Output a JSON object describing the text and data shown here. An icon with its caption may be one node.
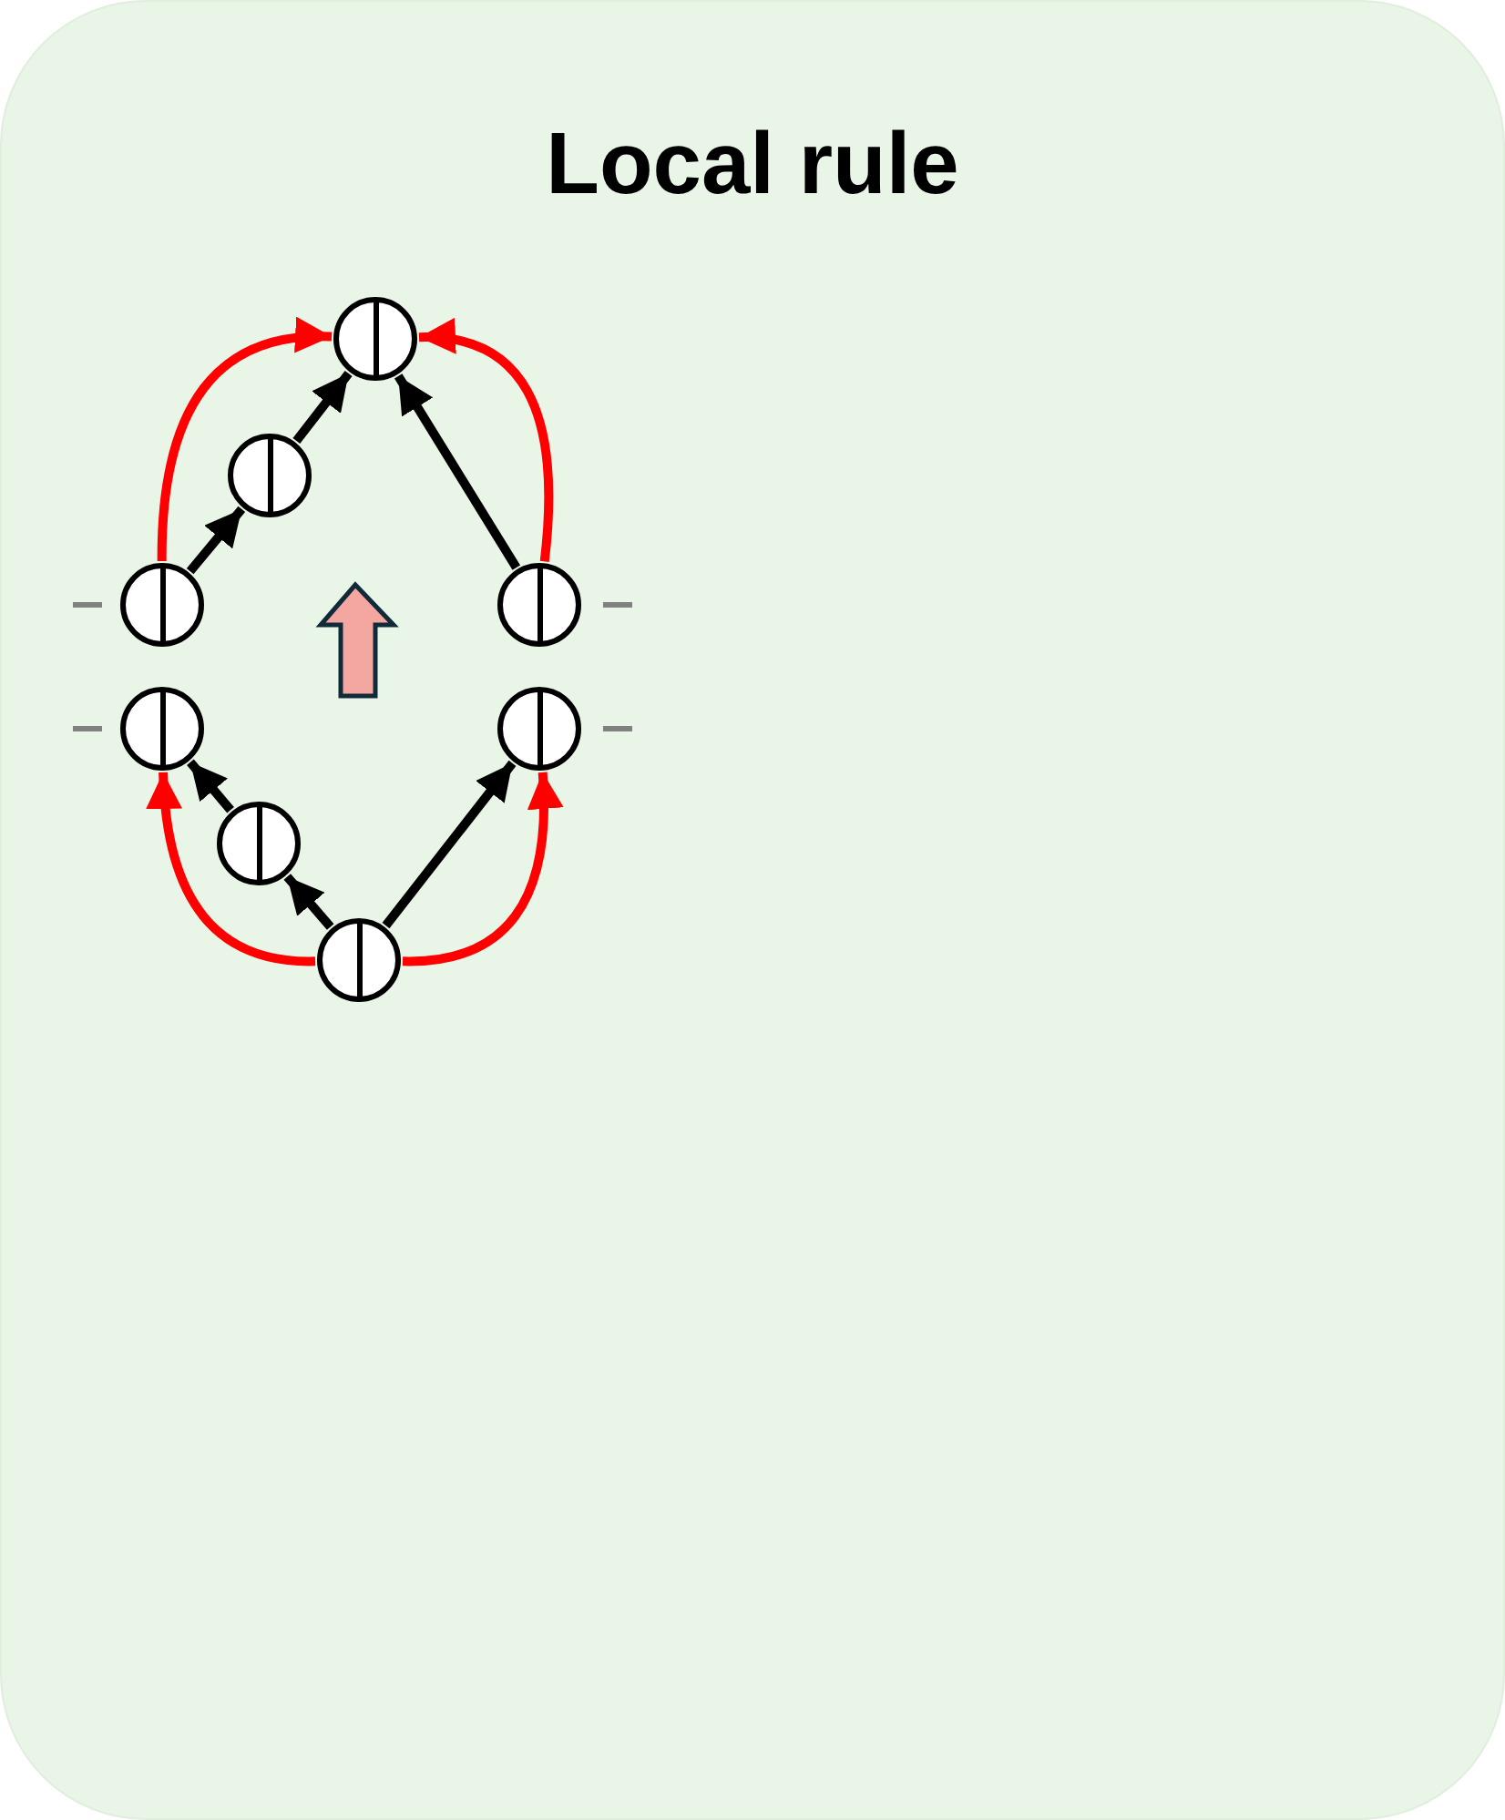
{
  "diagram": {
    "title": "Local rule",
    "nodes": [
      {
        "text": [],
        "shape": "circle"
      },
      {
        "text": [],
        "shape": "circle"
      },
      {
        "text": [],
        "shape": "circle"
      },
      {
        "text": [],
        "shape": "circle"
      },
      {
        "text": [],
        "shape": "circle"
      },
      {
        "text": [],
        "shape": "circle"
      },
      {
        "text": [],
        "shape": "circle"
      },
      {
        "text": [],
        "shape": "circle"
      }
    ],
    "edges": [
      {
        "from": 2,
        "to": 0,
        "arrow": "to",
        "color": "#ff0000"
      },
      {
        "from": 2,
        "to": 1,
        "arrow": "to"
      },
      {
        "from": 1,
        "to": 0,
        "arrow": "to"
      },
      {
        "from": 3,
        "to": 0,
        "arrow": "to"
      },
      {
        "from": 3,
        "to": 0,
        "arrow": "to",
        "color": "#ff0000"
      },
      {
        "from": 7,
        "to": 6,
        "arrow": "to"
      },
      {
        "from": 6,
        "to": 4,
        "arrow": "to"
      },
      {
        "from": 7,
        "to": 5,
        "arrow": "to"
      },
      {
        "from": 7,
        "to": 4,
        "arrow": "to",
        "color": "#ff0000"
      },
      {
        "from": 7,
        "to": 5,
        "arrow": "to",
        "color": "#ff0000"
      }
    ]
  }
}
